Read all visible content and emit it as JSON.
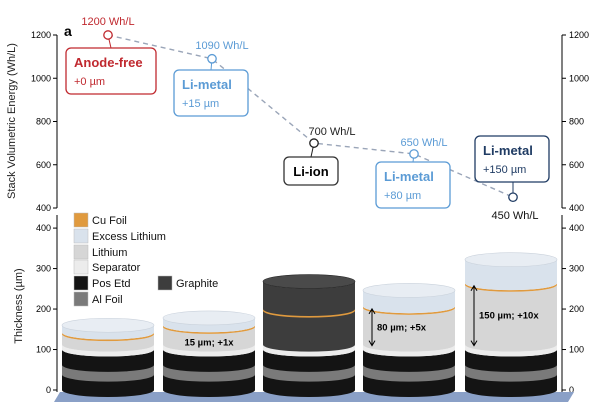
{
  "panel_label": "a",
  "colors": {
    "anode_free": "#c0292f",
    "li_metal": "#5b9bd5",
    "li_ion": "#1f1f1f",
    "li_metal_dark": "#1f3b63",
    "cu_foil": "#e09a3e",
    "excess_lithium": "#d9e2ec",
    "lithium": "#d6d6d6",
    "separator": "#ececec",
    "pos_etd": "#141414",
    "al_foil": "#7a7a7a",
    "graphite": "#3d3d3d",
    "dashed_line": "#9aa5b8"
  },
  "chart_data": [
    {
      "type": "line",
      "ylabel": "Stack Volumetric Energy (Wh/L)",
      "ylim": [
        400,
        1200
      ],
      "yticks": [
        "400",
        "600",
        "800",
        "1000",
        "1200"
      ],
      "points": [
        {
          "category": "Anode-free",
          "value": 1200,
          "label": "1200 Wh/L",
          "box_title": "Anode-free",
          "box_sub": "+0 µm",
          "color": "#c0292f"
        },
        {
          "category": "Li-metal +15 µm",
          "value": 1090,
          "label": "1090 Wh/L",
          "box_title": "Li-metal",
          "box_sub": "+15 µm",
          "color": "#5b9bd5"
        },
        {
          "category": "Li-ion",
          "value": 700,
          "label": "700 Wh/L",
          "box_title": "Li-ion",
          "box_sub": "",
          "color": "#1f1f1f"
        },
        {
          "category": "Li-metal +80 µm",
          "value": 650,
          "label": "650 Wh/L",
          "box_title": "Li-metal",
          "box_sub": "+80 µm",
          "color": "#5b9bd5"
        },
        {
          "category": "Li-metal +150 µm",
          "value": 450,
          "label": "450 Wh/L",
          "box_title": "Li-metal",
          "box_sub": "+150 µm",
          "color": "#1f3b63"
        }
      ]
    },
    {
      "type": "bar",
      "ylabel": "Thickness (µm)",
      "ylim": [
        0,
        420
      ],
      "yticks": [
        "0",
        "100",
        "200",
        "300",
        "400"
      ],
      "legend": [
        {
          "label": "Cu Foil",
          "color": "#e09a3e"
        },
        {
          "label": "Excess Lithium",
          "color": "#d9e2ec"
        },
        {
          "label": "Lithium",
          "color": "#d6d6d6"
        },
        {
          "label": "Separator",
          "color": "#ececec"
        },
        {
          "label": "Pos Etd",
          "color": "#141414"
        },
        {
          "label": "Al Foil",
          "color": "#7a7a7a"
        },
        {
          "label": "Graphite",
          "color": "#3d3d3d"
        }
      ],
      "cells": [
        {
          "name": "Anode-free",
          "total": 160,
          "cu": 140,
          "annotation": ""
        },
        {
          "name": "Li-metal +15 µm",
          "total": 178,
          "cu": 158,
          "annotation": "15 µm; +1x"
        },
        {
          "name": "Li-ion",
          "total": 268,
          "cu": 198,
          "annotation": "",
          "graphite": true
        },
        {
          "name": "Li-metal +80 µm",
          "total": 246,
          "cu": 205,
          "annotation": "80 µm; +5x"
        },
        {
          "name": "Li-metal +150 µm",
          "total": 322,
          "cu": 262,
          "annotation": "150 µm; +10x"
        }
      ]
    }
  ]
}
